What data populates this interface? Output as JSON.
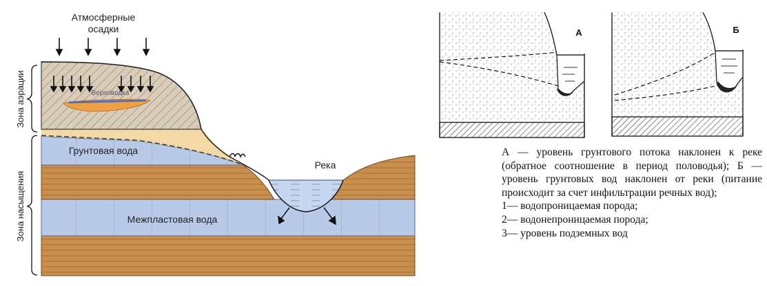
{
  "diagram": {
    "labels": {
      "precipitation_line1": "Атмосферные",
      "precipitation_line2": "осадки",
      "perched_water": "Верховодка",
      "ground_water": "Грунтовая вода",
      "river": "Река",
      "interstratal_water": "Межпластовая вода",
      "aeration_zone": "Зона аэрации",
      "saturation_zone": "Зона насыщения"
    },
    "colors": {
      "hatched_soil": "#d9cdb9",
      "sand": "#f2d9a6",
      "water_layer": "#b9c9e8",
      "clay_layer": "#c98f4e",
      "river_water": "#c6d6ee",
      "perched_lens": "#f0a043"
    }
  },
  "panels": {
    "panel_a_label": "А",
    "panel_b_label": "Б"
  },
  "caption": {
    "text": "А — уровень грунтового потока наклонен к реке (обратное соотношение в период половодья); Б — уровень грунтовых вод наклонен от реки (питание происходит за счет инфильтрации речных вод);",
    "legend": [
      "1— водопроницаемая порода;",
      "2— водонепроницаемая порода;",
      "3— уровень подземных вод"
    ]
  }
}
